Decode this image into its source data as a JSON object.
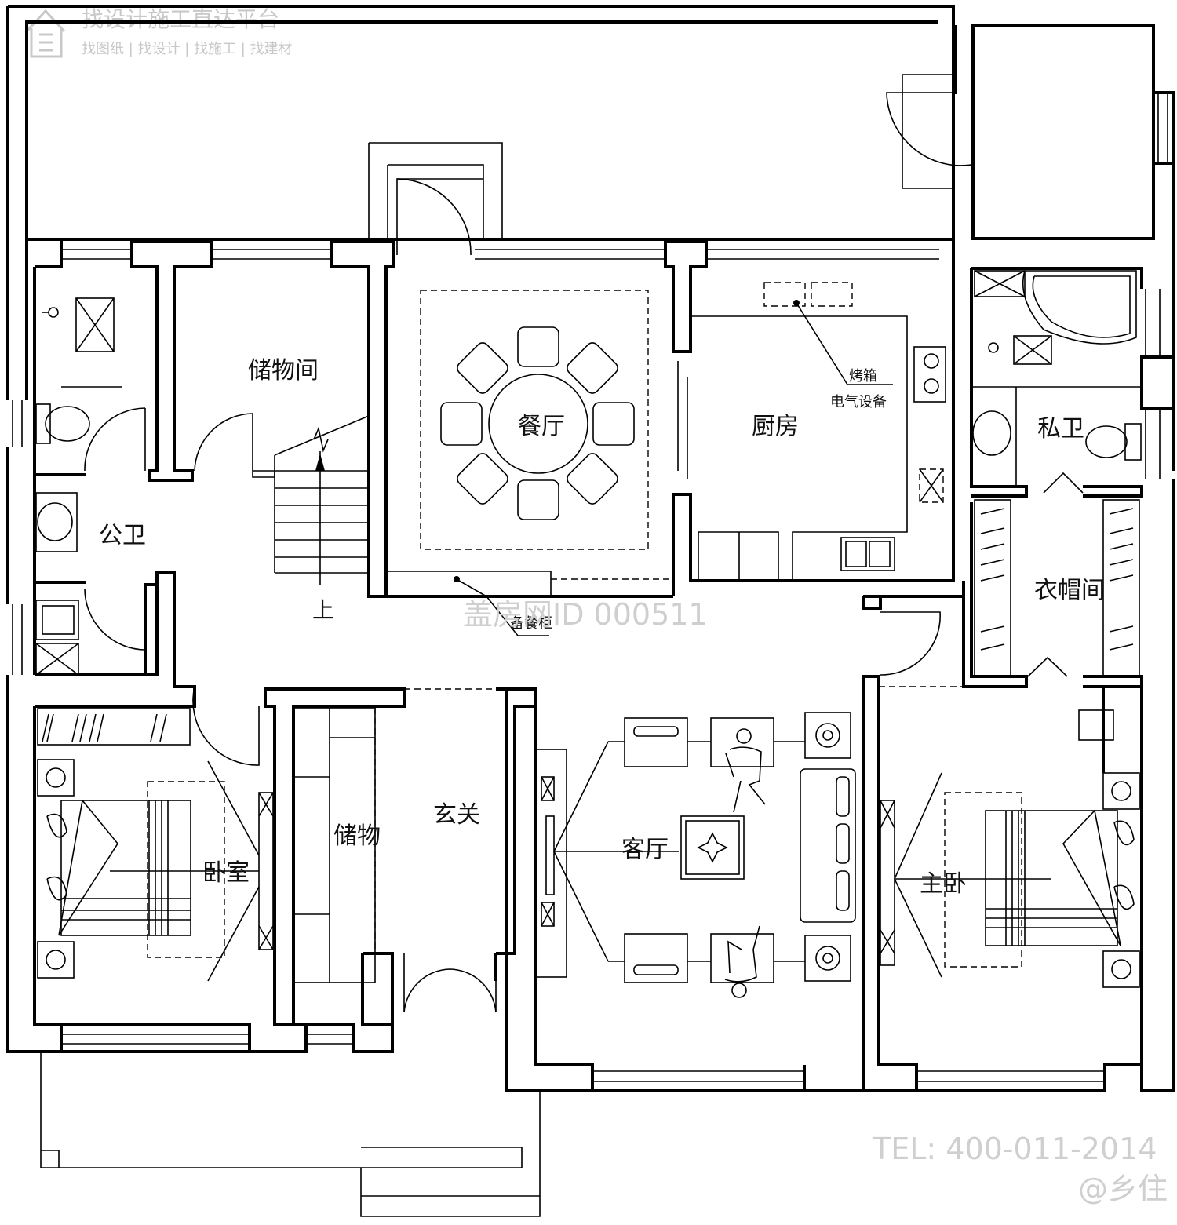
{
  "watermark": {
    "title": "找设计施工直达平台",
    "subtitle": "找图纸 | 找设计 | 找施工 | 找建材",
    "id": "盖房网ID 000511",
    "tel": "TEL: 400-011-2014",
    "user": "@乡住"
  },
  "rooms": {
    "storage_room": "储物间",
    "dining": "餐厅",
    "kitchen": "厨房",
    "oven": "烤箱",
    "electrical": "电气设备",
    "private_bath": "私卫",
    "public_bath": "公卫",
    "wardrobe": "衣帽间",
    "foyer": "玄关",
    "storage": "储物",
    "living": "客厅",
    "bedroom": "卧室",
    "master_bedroom": "主卧",
    "stairs_up": "上",
    "side_cabinet": "备餐柜"
  }
}
